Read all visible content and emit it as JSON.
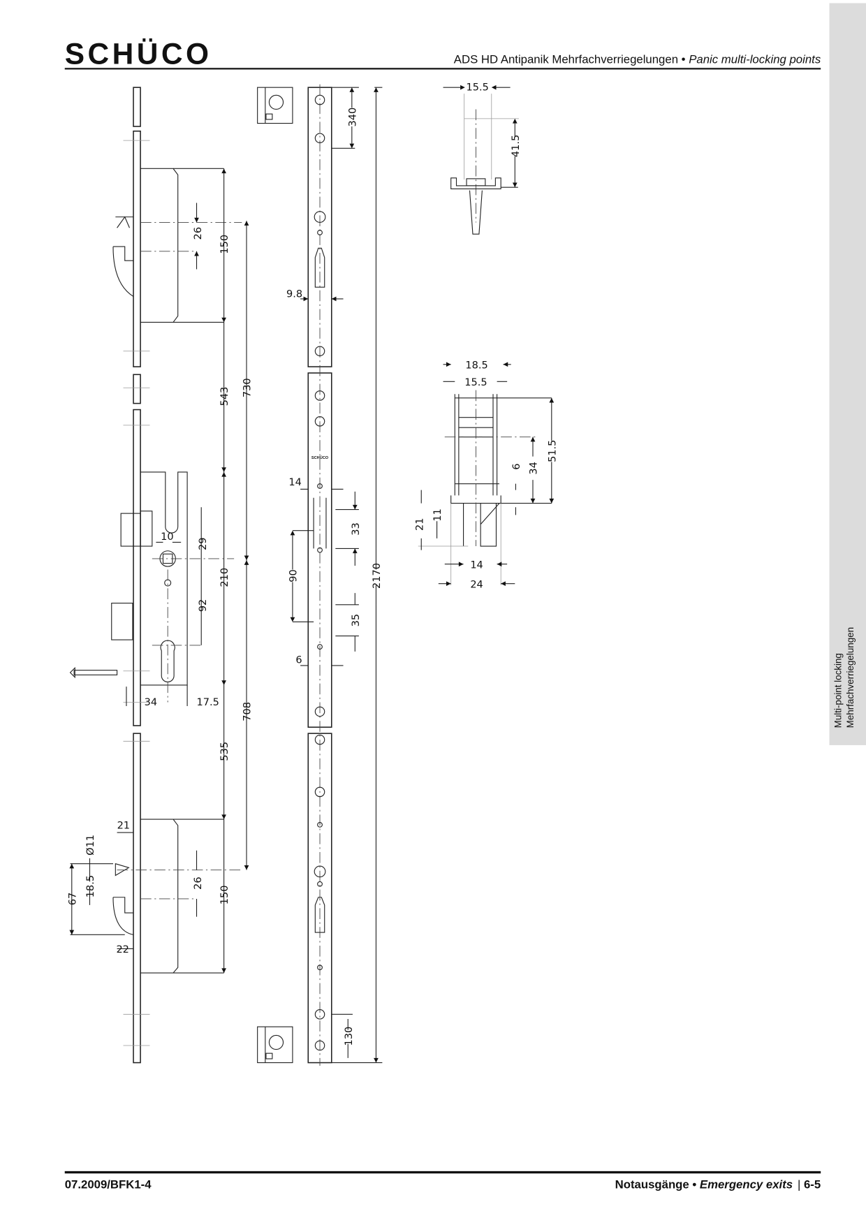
{
  "header": {
    "logo": "SCHÜCO",
    "title_de": "ADS HD Antipanik Mehrfachverriegelungen",
    "separator": "•",
    "title_en": "Panic multi-locking points"
  },
  "side_tab": {
    "line1": "Multi-point locking",
    "line2": "Mehrfachverriegelungen"
  },
  "drawing": {
    "strip_mark": "SCHÜCO",
    "lock_profile_dims": [
      "26",
      "150",
      "730",
      "543",
      "10",
      "29",
      "210",
      "92",
      "34",
      "17.5",
      "708",
      "535",
      "21",
      "Ø11",
      "18.5",
      "67",
      "26",
      "150",
      "22"
    ],
    "strip_dims": [
      "340",
      "9.8",
      "14",
      "33",
      "90",
      "35",
      "6",
      "130",
      "2170"
    ],
    "top_detail_dims": [
      "15.5",
      "41.5"
    ],
    "mid_detail_dims": [
      "18.5",
      "15.5",
      "51.5",
      "34",
      "6",
      "21",
      "11",
      "14",
      "24"
    ]
  },
  "footer": {
    "code": "07.2009/BFK1-4",
    "section_de": "Notausgänge",
    "separator": "•",
    "section_en": "Emergency exits",
    "page": "6-5"
  }
}
